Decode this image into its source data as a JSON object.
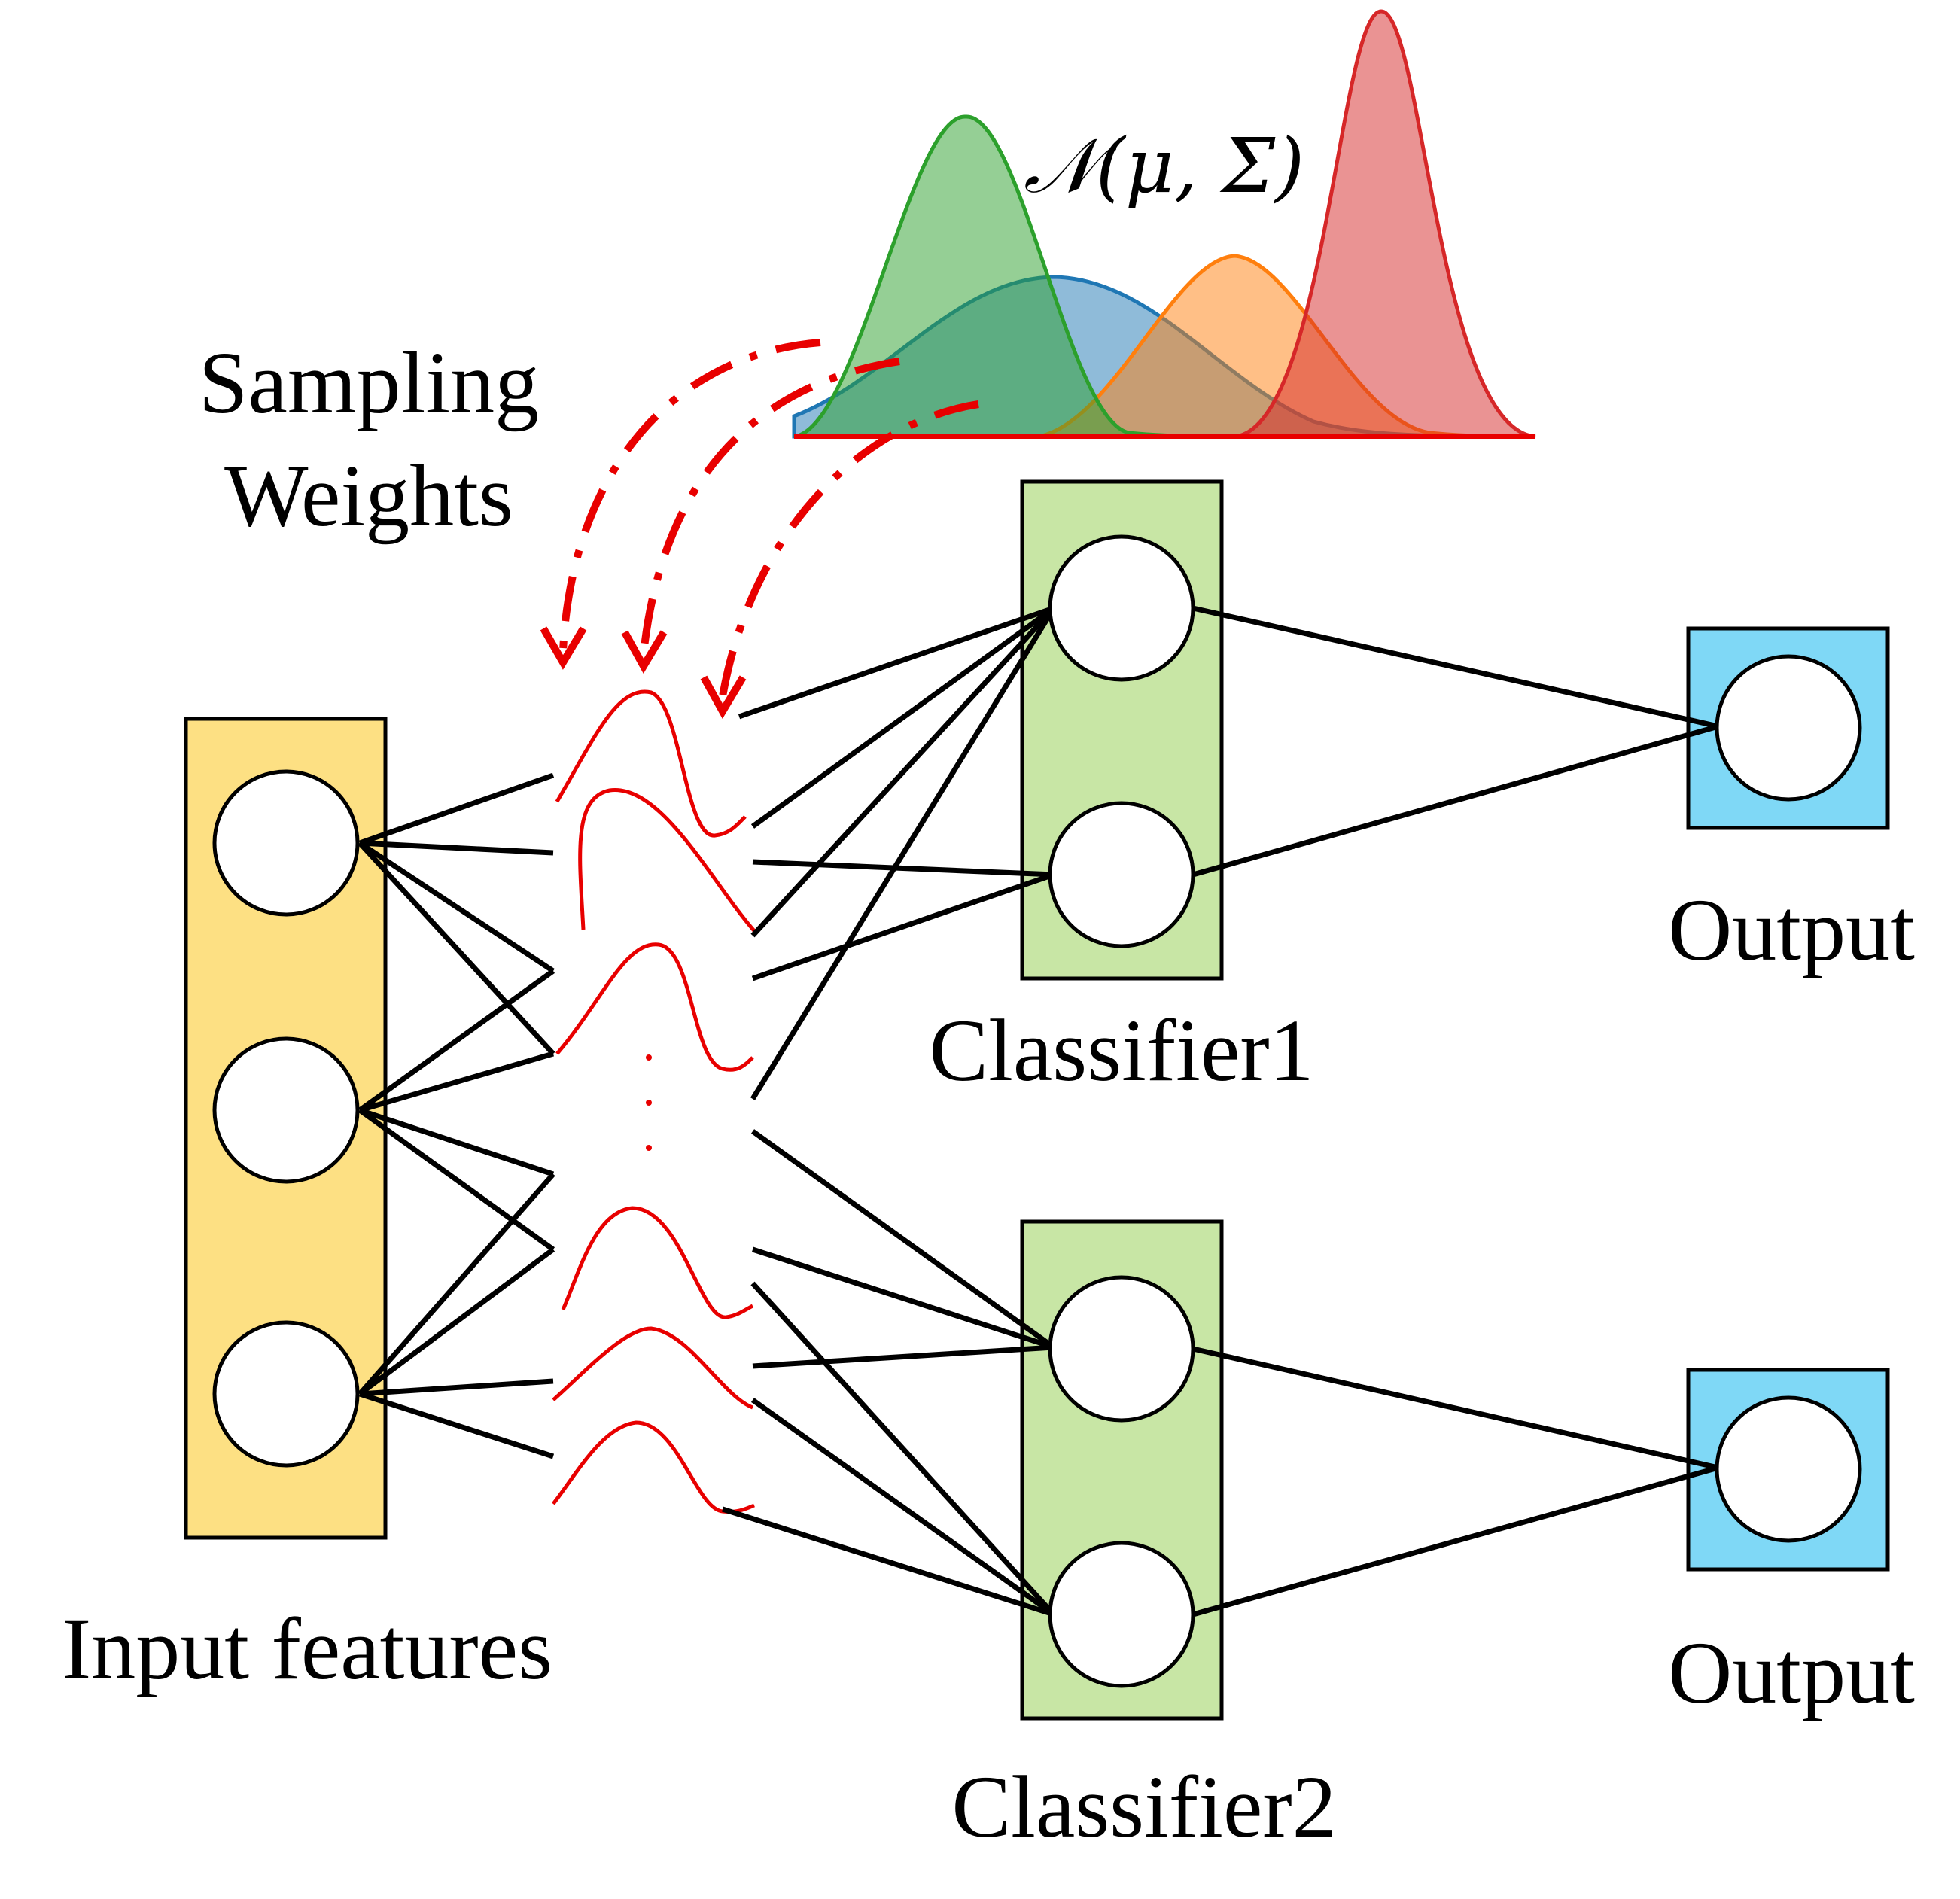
{
  "labels": {
    "sampling_line1": "Sampling",
    "sampling_line2": "Weights",
    "distribution": "𝒩(μ, Σ)",
    "input": "Input features",
    "classifier1": "Classifier1",
    "classifier2": "Classifier2",
    "output1": "Output",
    "output2": "Output"
  },
  "colors": {
    "input_box": "#fde083",
    "classifier_box": "#c8e6a5",
    "output_box": "#7fd8f6",
    "sampling": "#e80000",
    "dist_green": "#2ca02c",
    "dist_blue": "#1f77b4",
    "dist_orange": "#ff7f0e",
    "dist_red": "#d62728"
  },
  "legend_icons": [
    "gaussian-curve-icon",
    "dashed-arrow-icon",
    "neuron-node-icon"
  ]
}
